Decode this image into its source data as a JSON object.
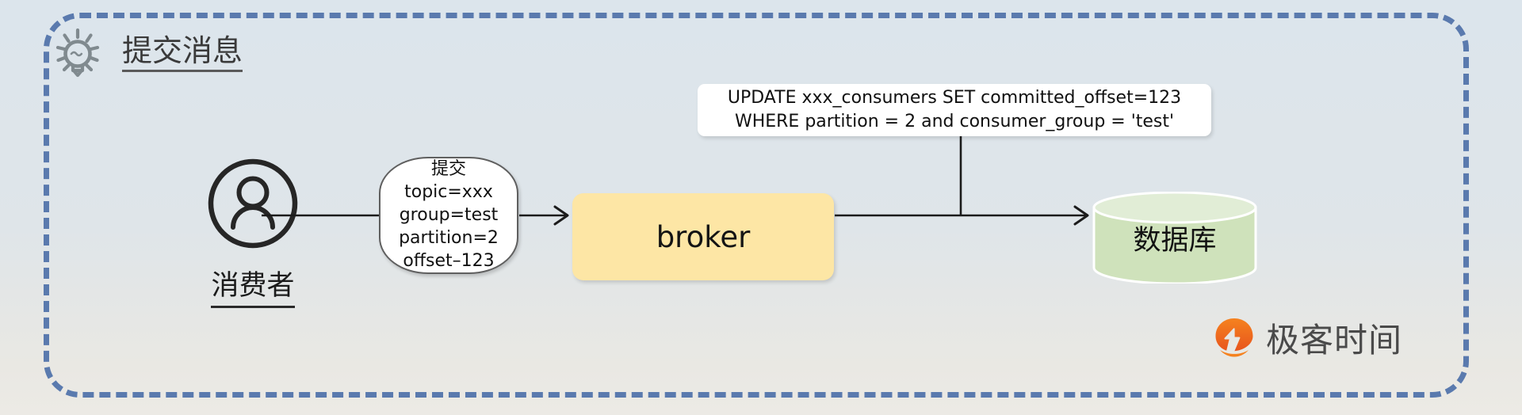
{
  "header": {
    "icon": "lightbulb-icon",
    "title": "提交消息"
  },
  "colors": {
    "frame_dashed": "#5a7aae",
    "broker_fill": "#fde6a5",
    "database_fill": "#cfe2bb",
    "database_top": "#e0ecd4",
    "brand_orange": "#ef6b23",
    "background_top": "#dce5ec",
    "background_bottom": "#eceae5",
    "stroke": "#1b1b1b"
  },
  "consumer": {
    "icon": "user-circle-icon",
    "label": "消费者"
  },
  "message_bubble": {
    "lines": [
      "提交",
      "topic=xxx",
      "group=test",
      "partition=2",
      "offset–123"
    ]
  },
  "broker": {
    "label": "broker"
  },
  "sql_callout": {
    "lines": [
      "UPDATE xxx_consumers SET committed_offset=123",
      "WHERE partition = 2 and consumer_group = 'test'"
    ]
  },
  "database": {
    "icon": "database-cylinder-icon",
    "label": "数据库"
  },
  "brand": {
    "mark": "geektime-logo-icon",
    "text": "极客时间"
  },
  "connectors": [
    {
      "name": "consumer-to-message",
      "type": "line"
    },
    {
      "name": "message-to-broker",
      "type": "arrow"
    },
    {
      "name": "broker-to-database",
      "type": "arrow"
    },
    {
      "name": "sql-to-broker-database-link",
      "type": "line"
    }
  ]
}
